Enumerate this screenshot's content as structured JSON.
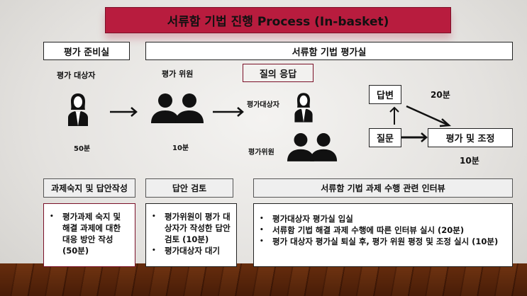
{
  "title": "서류함 기법 진행 Process (In-basket)",
  "header": {
    "prep_room": "평가 준비실",
    "eval_room": "서류함 기법 평가실"
  },
  "flow": {
    "candidate_label": "평가 대상자",
    "candidate_time": "50분",
    "assessors_label": "평가 위원",
    "assessors_time": "10분",
    "qa_label": "질의 응답",
    "qa_candidate": "평가대상자",
    "qa_assessors": "평가위원",
    "answer": "답변",
    "answer_time": "20분",
    "question": "질문",
    "evaluation": "평가 및 조정",
    "evaluation_time": "10분"
  },
  "stages": [
    {
      "title": "과제숙지 및 답안작성",
      "items": [
        "평가과제 숙지 및 해결 과제에 대한 대응 방안 작성 (50분)"
      ]
    },
    {
      "title": "답안 검토",
      "items": [
        "평가위원이 평가 대상자가 작성한 답안 검토 (10분)",
        "평가대상자 대기"
      ]
    },
    {
      "title": "서류함 기법 과제 수행 관련 인터뷰",
      "items": [
        "평가대상자 평가실 입실",
        "서류함 기법 해결 과제 수행에 따른 인터뷰 실시 (20분)",
        "평가 대상자 평가실 퇴실 후, 평가 위원 평정 및 조정 실시 (10분)"
      ]
    }
  ],
  "colors": {
    "title_bg": "#b81c3e",
    "stage_bg": "#efefef"
  }
}
